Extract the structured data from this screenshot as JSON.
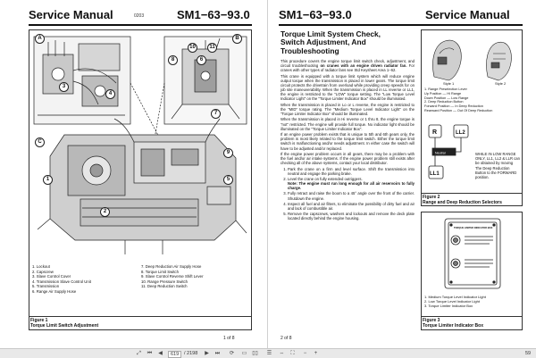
{
  "left_page": {
    "header_title": "Service Manual",
    "header_num": "0203",
    "header_code": "SM1−63−93.0",
    "callouts": [
      "A",
      "B",
      "C",
      "1",
      "2",
      "3",
      "4",
      "5",
      "6",
      "7",
      "8",
      "9",
      "10",
      "11"
    ],
    "legend_col1": [
      "1.  Lockout",
      "2.  Capscrew",
      "3.  Slave Control Cover",
      "4.  Transmission Slave Control Unit",
      "5.  Transmission",
      "6.  Range Air Supply Hose"
    ],
    "legend_col2": [
      "7.  Deep Reduction Air Supply Hose",
      "8.  Torque Limit Switch",
      "9.  Slave Control Reverse Shift Lever",
      "10.  Range Pressure Switch",
      "11.  Deep Reduction Switch"
    ],
    "figure_label": "Figure 1",
    "figure_caption": "Torque Limit Switch Adjustment",
    "page_footer": "1 of 8"
  },
  "right_page": {
    "header_code": "SM1−63−93.0",
    "header_title": "Service Manual",
    "section_title_lines": [
      "Torque Limit System Check,",
      "Switch Adjustment, And",
      "Troubleshooting"
    ],
    "para1": "This procedure covers the engine torque limit switch check, adjustment, and circuit troubleshooting",
    "para1_bold": "on cranes with an engine driven radiator fan.",
    "para1_end": "For cranes with other types of radiator fans see Std Keysheet Area 1−62.",
    "para2": "This crane is equipped with a torque limit system which will reduce engine output torque when the transmission is placed in lower gears. The torque limit circuit protects the drivetrain from overload while providing creep speeds for on job site maneuverability. When the transmission is placed in LL reverse or LL1, the engine is restricted to the \"LOW\" torque setting. The \"Low Torque Level Indicator Light\" on the \"Torque Limiter Indicator Box\" should be illuminated.",
    "para3": "When the transmission is placed in Lo or L reverse, the engine is restricted to the \"MID\" torque rating. The \"Medium Torque Level Indicator Light\" on the \"Torque Limiter Indicator Box\" should be illuminated.",
    "para4": "When the transmission is placed in Hi reverse or 1 thru 8, the engine torque is \"not\" restricted. The engine will provide full torque. No indicator light should be illuminated on the \"Torque Limiter Indicator Box\".",
    "para5": "If an engine power problem exists that is unique to 5th and 6th gears only, the problem is most likely related to the torque limit switch. Either the torque limit switch is malfunctioning and/or needs adjustment. In either case the switch will have to be adjusted and/or replaced.",
    "para6": "If the engine power problem occurs in all gears, there may be a problem with the fuel and/or air intake systems. If the engine power problem still exists after checking all of the above systems, contact your local distributor.",
    "steps": [
      "Park the crane on a firm and level surface. Shift the transmission into neutral and engage the parking brake.",
      "Level the crane on fully extended outriggers.",
      "Fully retract and raise the boom to a 45° angle over the front of the carrier. Shutdown the engine.",
      "Inspect all fuel and air filters, to eliminate the possibility of dirty fuel and air and lack of combustible air.",
      "Remove the capscrews, washers and lockouts and remove the deck plate located directly behind the engine housing."
    ],
    "step2_note": "Note: The engine must run long enough for all air reservoirs to fully charge.",
    "fig2_style1": "Style 1",
    "fig2_style2": "Style 2",
    "fig2_legend": [
      "1.  Range Preselection Lever",
      "     Up Position — Hi Range",
      "     Down Position — Low Range",
      "2.  Deep Reduction Button",
      "     Forward Position — In Deep Reduction",
      "     Rearward Position — Out Of Deep Reduction"
    ],
    "shift_labels": [
      "R",
      "LL2",
      "LL1",
      "Neutral"
    ],
    "shift_note": "WHILE IN LOW RANGE ONLY, LL1, LL2 & LLR can be obtained by moving The Deep Reduction Button to the FORWARD position.",
    "fig2_label": "Figure 2",
    "fig2_caption": "Range and Deep Reduction Selectors",
    "fig3_box_title": "TORQUE LIMITER INDICATOR BOX",
    "fig3_legend": [
      "1.  Medium Torque Level Indicator Light",
      "2.  Low Torque Level Indicator Light",
      "3.  Torque Limiter Indicator Box"
    ],
    "fig3_label": "Figure 3",
    "fig3_caption": "Torque Limiter Indicator Box",
    "page_footer": "2 of 8"
  },
  "statusbar": {
    "page_value": "619",
    "page_total": "/ 2198",
    "zoom": "59"
  }
}
